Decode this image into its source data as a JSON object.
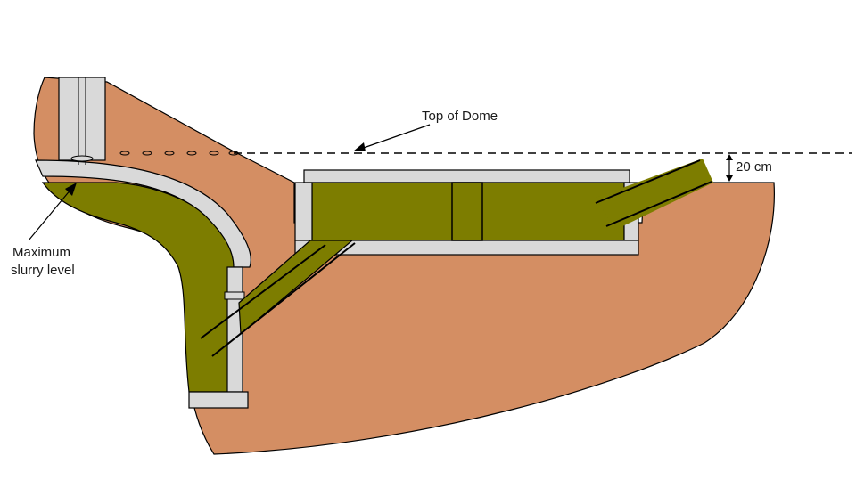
{
  "labels": {
    "top_of_dome": "Top of Dome",
    "clearance": "20 cm",
    "max_slurry_line1": "Maximum",
    "max_slurry_line2": "slurry level"
  },
  "colors": {
    "soil": "#d48e63",
    "slurry": "#7d7d00",
    "masonry": "#d9d9d9",
    "outline": "#000000"
  }
}
